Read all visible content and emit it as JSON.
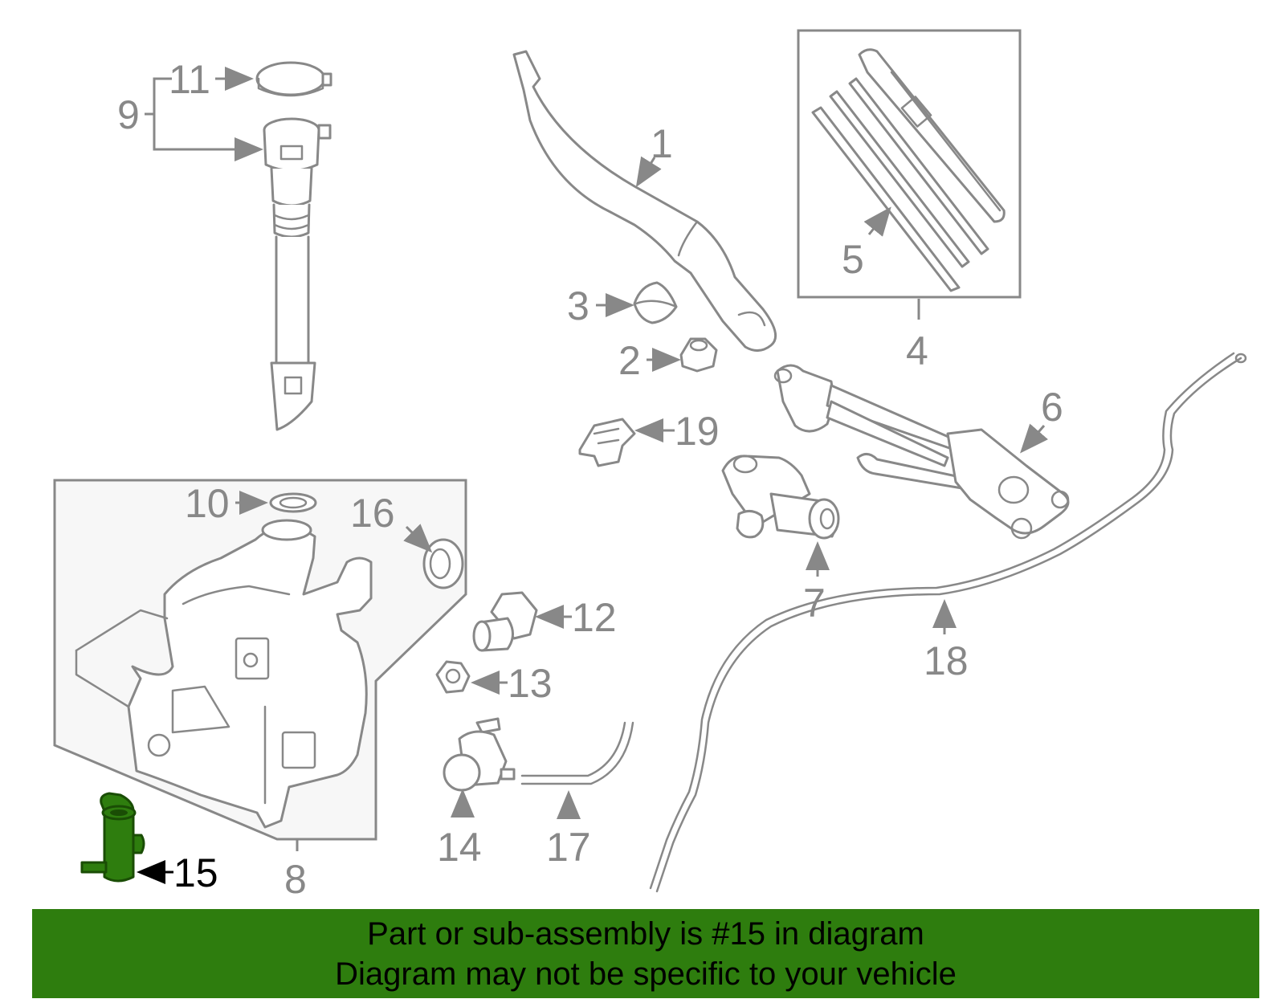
{
  "diagram": {
    "callouts": {
      "c1": "1",
      "c2": "2",
      "c3": "3",
      "c4": "4",
      "c5": "5",
      "c6": "6",
      "c7": "7",
      "c8": "8",
      "c9": "9",
      "c10": "10",
      "c11": "11",
      "c12": "12",
      "c13": "13",
      "c14": "14",
      "c15": "15",
      "c16": "16",
      "c17": "17",
      "c18": "18",
      "c19": "19"
    },
    "highlighted_part": "15",
    "highlight_color": "#2e7d0e"
  },
  "banner": {
    "line1": "Part or sub-assembly is #15 in diagram",
    "line2": "Diagram may not be specific to your vehicle",
    "background": "#2e7d0e"
  }
}
